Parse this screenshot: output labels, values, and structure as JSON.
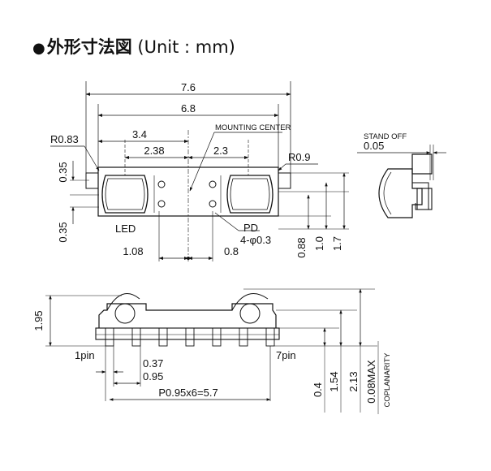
{
  "title": {
    "bullet": "●",
    "japanese": "外形寸法図",
    "unit": "(Unit : mm)"
  },
  "top_view": {
    "overall_width": "7.6",
    "body_width": "6.8",
    "left_half": "3.4",
    "led_to_center": "2.38",
    "center_to_pd": "2.3",
    "left_radius": "R0.83",
    "right_radius": "R0.9",
    "mounting_center": "MOUNTING CENTER",
    "upper_offset": "0.35",
    "lower_offset": "0.35",
    "led_label": "LED",
    "pd_label": "PD",
    "hole_label": "4-φ0.3",
    "bottom_left": "1.08",
    "bottom_right": "0.8",
    "height_a": "0.88",
    "height_b": "1.0",
    "height_c": "1.7"
  },
  "side_view": {
    "stand_off_label": "STAND OFF",
    "stand_off_value": "0.05"
  },
  "front_view": {
    "height": "1.95",
    "pin1": "1pin",
    "pin7": "7pin",
    "pin_width": "0.37",
    "pin_pitch": "0.95",
    "pitch_total": "P0.95x6=5.7",
    "dim_04": "0.4",
    "dim_154": "1.54",
    "dim_213": "2.13",
    "coplanarity": "0.08MAX",
    "coplanarity_label": "COPLANARITY"
  },
  "colors": {
    "line": "#111111",
    "background": "#ffffff"
  }
}
